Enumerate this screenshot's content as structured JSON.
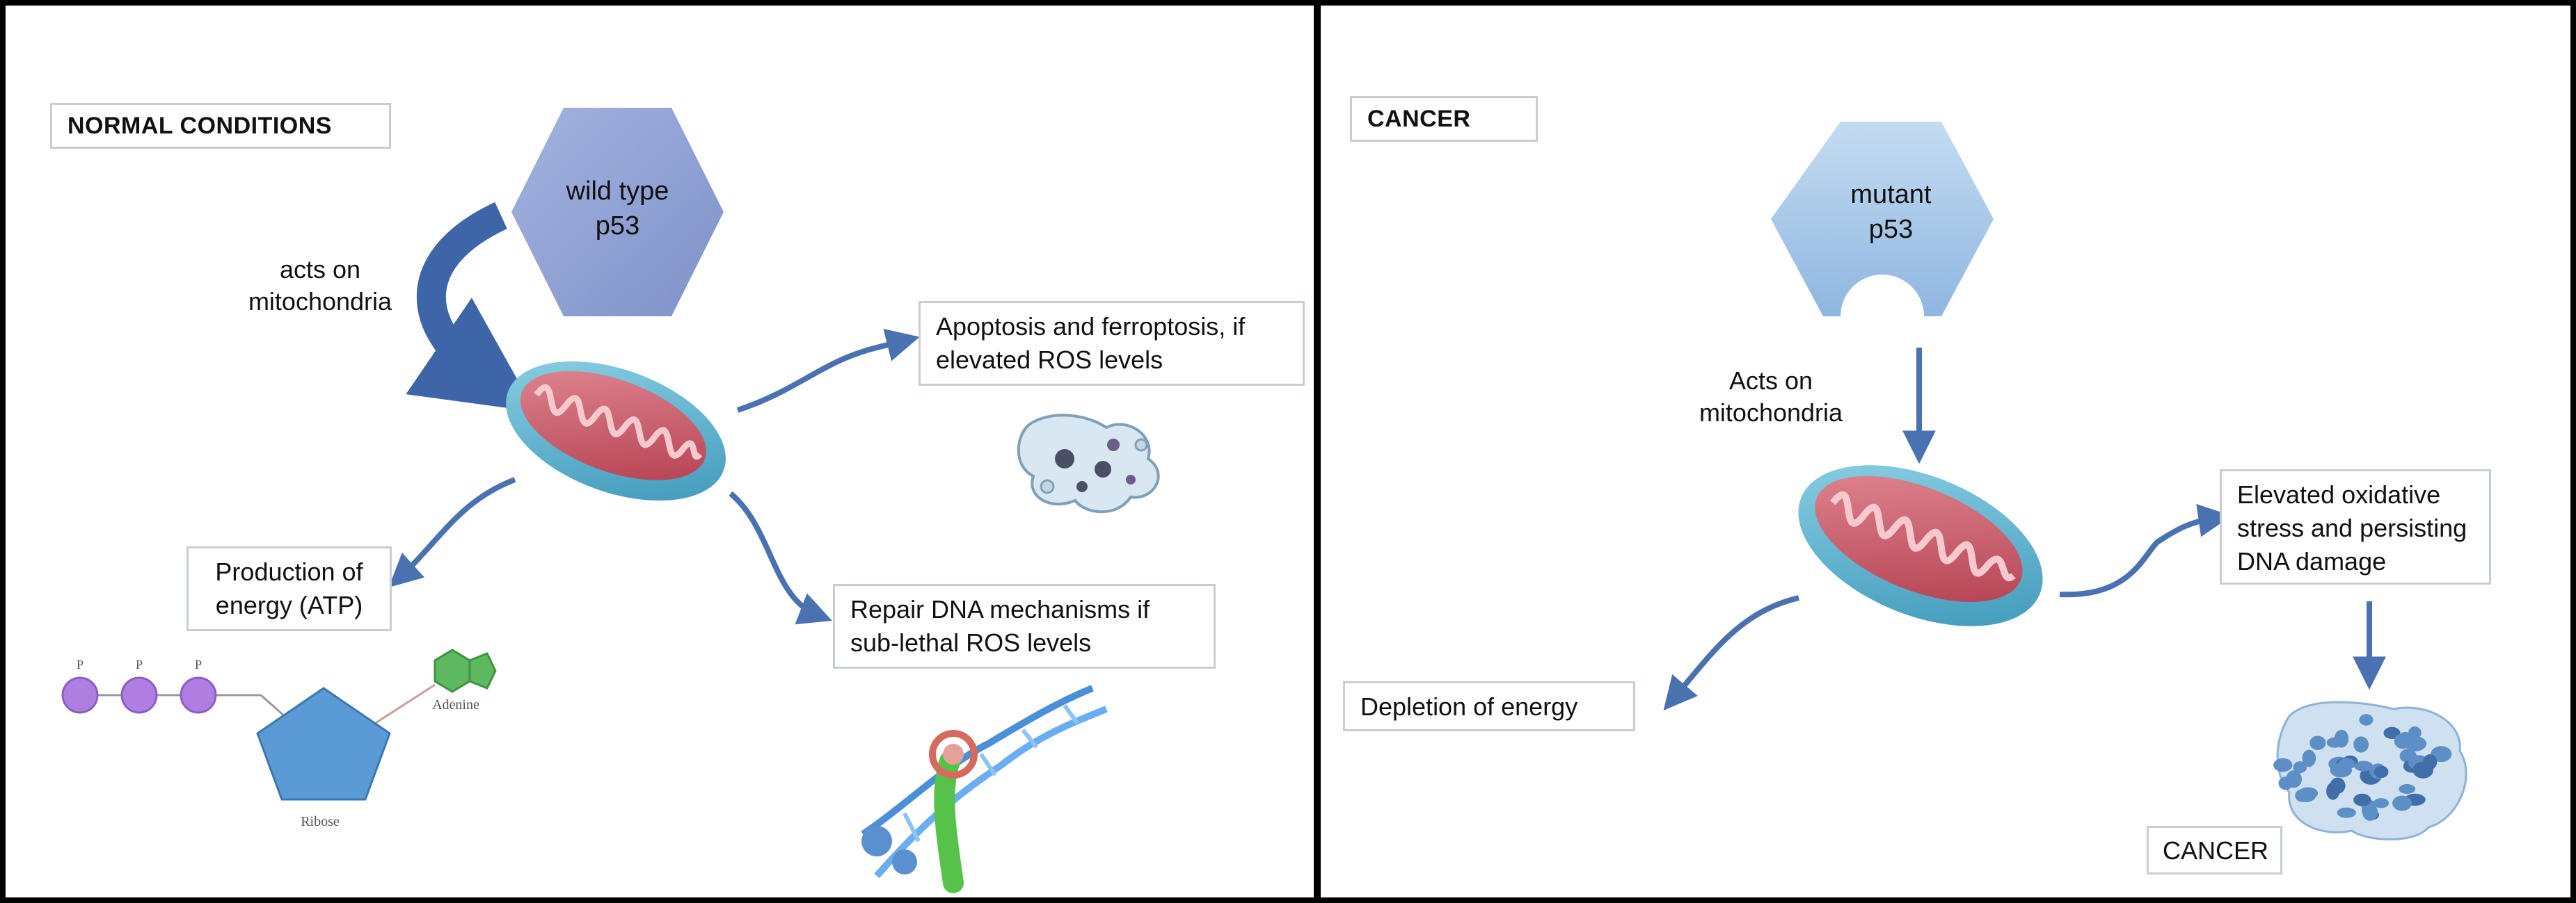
{
  "left_panel": {
    "header": "NORMAL CONDITIONS",
    "protein": [
      "wild type",
      "p53"
    ],
    "action": [
      "acts on",
      "mitochondria"
    ],
    "outcome_apoptosis": [
      "Apoptosis and ferroptosis, if",
      "elevated ROS levels"
    ],
    "outcome_energy": [
      "Production of",
      "energy (ATP)"
    ],
    "outcome_repair": [
      "Repair DNA  mechanisms if",
      "sub-lethal ROS levels"
    ],
    "atp_labels": {
      "phosphate": "P",
      "ribose": "Ribose",
      "adenine": "Adenine"
    }
  },
  "right_panel": {
    "header": "CANCER",
    "protein": [
      "mutant",
      "p53"
    ],
    "action": [
      "Acts on",
      "mitochondria"
    ],
    "outcome_stress": [
      "Elevated oxidative",
      "stress and persisting",
      "DNA damage"
    ],
    "outcome_energy": "Depletion of energy",
    "final_label": "CANCER"
  },
  "colors": {
    "hexagon_wild": "#8e9fd3",
    "hexagon_mutant": "#a9c8e8",
    "arrow": "#4a72b0",
    "mito_outer": "#5ab0cc",
    "mito_inner": "#c9505e",
    "phosphate": "#b07ee0",
    "ribose": "#5b9bd5",
    "adenine": "#5db85f",
    "cancer_cell": "#5d8fc7"
  }
}
